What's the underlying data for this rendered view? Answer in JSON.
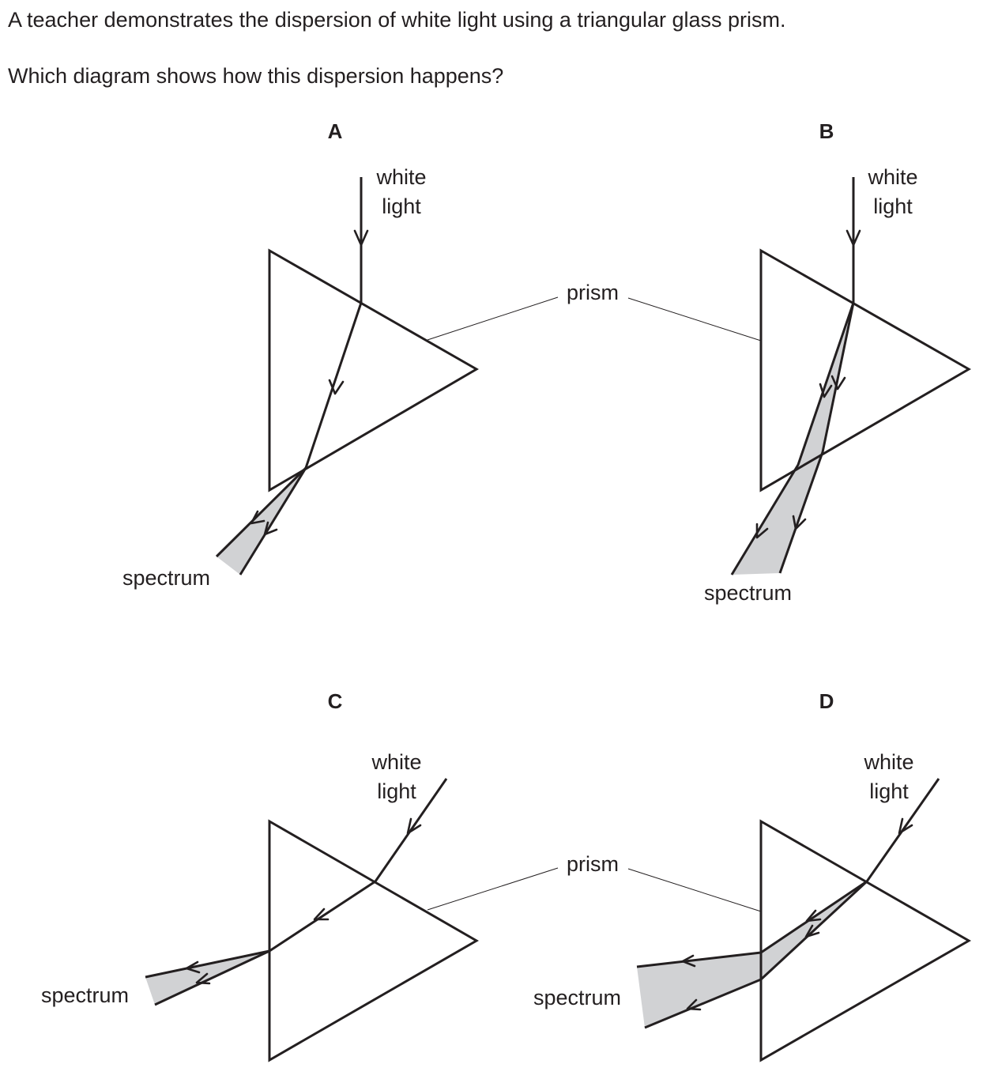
{
  "question": {
    "line1": "A teacher demonstrates the dispersion of white light using a triangular glass prism.",
    "line2": "Which diagram shows how this dispersion happens?"
  },
  "labels": {
    "white": "white",
    "light": "light",
    "prism": "prism",
    "spectrum": "spectrum"
  },
  "options": [
    "A",
    "B",
    "C",
    "D"
  ],
  "colors": {
    "ink": "#231f20",
    "spectrum_fill": "#d1d2d4"
  }
}
